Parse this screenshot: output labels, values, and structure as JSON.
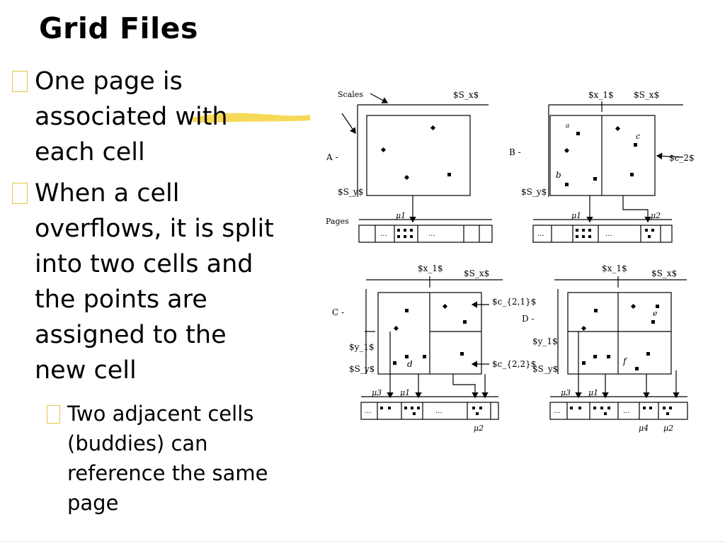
{
  "slide": {
    "title": "Grid Files",
    "bullets": [
      {
        "level": 1,
        "text": "One page is\nassociated with\neach cell"
      },
      {
        "level": 1,
        "text": "When a cell\noverflows, it is split\ninto two cells and\nthe points are\nassigned to the\nnew cell"
      },
      {
        "level": 2,
        "text": "Two adjacent cells\n(buddies) can\nreference the same\npage"
      }
    ],
    "bullet_marker_color": "#e6c34a",
    "highlight_color": "#f5d43a"
  },
  "diagram": {
    "panel_a": {
      "tag": "A -",
      "scales_label": "Scales",
      "x_scale": "$S_x$",
      "y_scale": "$S_y$",
      "pages_label": "Pages",
      "pointer": "μ1",
      "ellipsis": "..."
    },
    "panel_b": {
      "tag": "B -",
      "x_split": "$x_1$",
      "x_scale": "$S_x$",
      "y_scale": "$S_y$",
      "cell_label": "$c_2$",
      "point_a": "a",
      "point_b": "b",
      "point_c": "c",
      "pointer_1": "μ1",
      "pointer_2": "μ2",
      "ellipsis": "..."
    },
    "panel_c": {
      "tag": "C -",
      "x_split": "$x_1$",
      "x_scale": "$S_x$",
      "y_split": "$y_1$",
      "y_scale": "$S_y$",
      "cell_top": "$c_{2,1}$",
      "cell_bottom": "$c_{2,2}$",
      "point_d": "d",
      "pointer_3": "μ3",
      "pointer_1": "μ1",
      "pointer_2": "μ2",
      "ellipsis": "..."
    },
    "panel_d": {
      "tag": "D -",
      "x_split": "$x_1$",
      "x_scale": "$S_x$",
      "y_split": "$y_1$",
      "y_scale": "$S_y$",
      "point_e": "e",
      "point_f": "f",
      "pointer_3": "μ3",
      "pointer_1": "μ1",
      "pointer_4": "μ4",
      "pointer_2": "μ2",
      "ellipsis": "..."
    }
  }
}
